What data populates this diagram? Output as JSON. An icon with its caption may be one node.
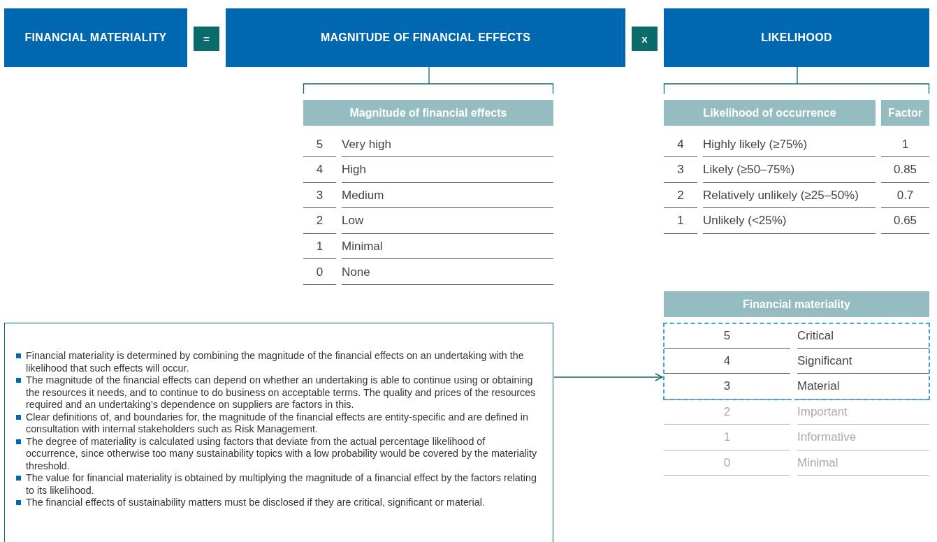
{
  "diagram": {
    "nodes": [
      {
        "text": [
          "FINANCIAL MATERIALITY"
        ]
      },
      {
        "text": [
          "="
        ]
      },
      {
        "text": [
          "MAGNITUDE OF FINANCIAL EFFECTS"
        ]
      },
      {
        "text": [
          "x"
        ]
      },
      {
        "text": [
          "LIKELIHOOD"
        ]
      },
      {
        "text": [
          "Financial materiality is determined by combining the magnitude of the financial effects on an undertaking with the likelihood that such effects will occur.",
          "The magnitude of the financial effects can depend on whether an undertaking is able to continue using or obtaining the resources it needs, and to continue to do business on acceptable terms. The quality and prices of the resources required and an undertaking’s dependence on suppliers are factors in this.",
          "Clear definitions of, and boundaries for, the magnitude of the financial effects are entity-specific and are defined in consultation with internal stakeholders such as Risk Management.",
          "The degree of materiality is calculated using factors that deviate from the actual percentage likelihood of occurrence, since otherwise too many sustainability topics with a low probability would be covered by the materiality threshold.",
          "The value for financial materiality is obtained by multiplying the magnitude of a financial effect by the factors relating to its likelihood.",
          "The financial effects of sustainability matters must be disclosed if they are critical, significant or material."
        ]
      },
      {
        "text": [],
        "shape": "box"
      }
    ],
    "edges": [
      {
        "from": 5,
        "to": 6,
        "arrow": "to"
      }
    ],
    "labels": [
      "Magnitude of financial effects",
      "5",
      "Very high",
      "4",
      "High",
      "3",
      "Medium",
      "2",
      "Low",
      "1",
      "Minimal",
      "0",
      "None",
      "Likelihood of occurrence",
      "Factor",
      "4",
      "Highly likely (≥75%)",
      "1",
      "3",
      "Likely (≥50–75%)",
      "0.85",
      "2",
      "Relatively unlikely (≥25–50%)",
      "0.7",
      "1",
      "Unlikely (<25%)",
      "0.65",
      "Financial materiality",
      "5",
      "Critical",
      "4",
      "Significant",
      "3",
      "Material",
      "2",
      "Important",
      "1",
      "Informative",
      "0",
      "Minimal"
    ]
  }
}
